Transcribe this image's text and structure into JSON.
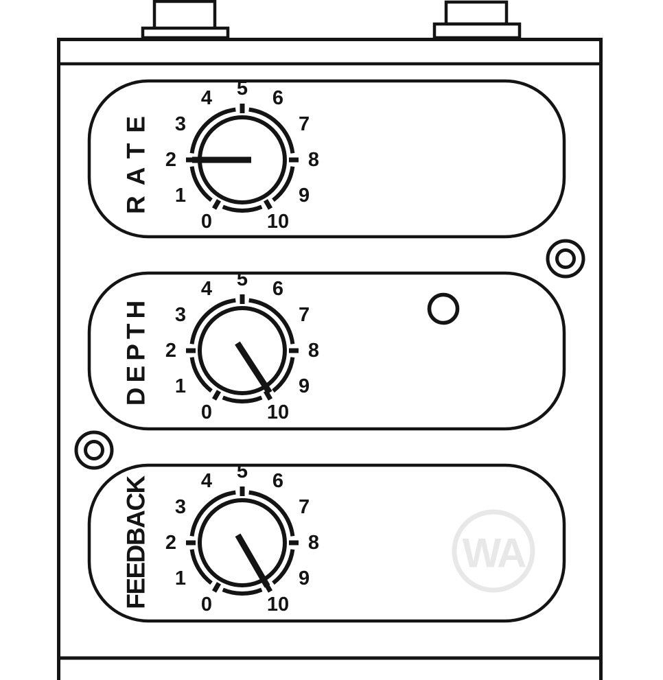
{
  "device": {
    "type": "effects-pedal-front-panel-drawing",
    "colors": {
      "line": "#141414",
      "logo": "#e8e8e8",
      "background": "#ffffff"
    },
    "logo": {
      "text": "WA"
    },
    "knobs": [
      {
        "id": "rate",
        "label": "RATE",
        "value": 2,
        "scale_min": 0,
        "scale_max": 10,
        "scale_labels": [
          "0",
          "1",
          "2",
          "3",
          "4",
          "5",
          "6",
          "7",
          "8",
          "9",
          "10"
        ],
        "detent_ticks": [
          0,
          2,
          5,
          8,
          10
        ]
      },
      {
        "id": "depth",
        "label": "DEPTH",
        "value": 9.9,
        "scale_min": 0,
        "scale_max": 10,
        "scale_labels": [
          "0",
          "1",
          "2",
          "3",
          "4",
          "5",
          "6",
          "7",
          "8",
          "9",
          "10"
        ],
        "detent_ticks": [
          0,
          2,
          5,
          8,
          10
        ]
      },
      {
        "id": "feedback",
        "label": "FEEDBACK",
        "value": 10,
        "scale_min": 0,
        "scale_max": 10,
        "scale_labels": [
          "0",
          "1",
          "2",
          "3",
          "4",
          "5",
          "6",
          "7",
          "8",
          "9",
          "10"
        ],
        "detent_ticks": [
          0,
          2,
          5,
          8,
          10
        ]
      }
    ]
  }
}
